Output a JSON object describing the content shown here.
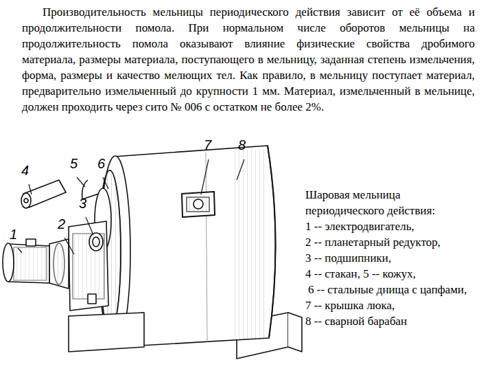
{
  "diagram": {
    "labels": [
      "Производительность мельницы периодического действия зависит от её объема и продолжительности помола. При нормальном числе оборотов мельницы на продолжительность помола оказывают влияние физические свойства дробимого материала, размеры материала, поступающего в мельницу, заданная степень измельчения, форма, размеры и качество мелющих тел. Как правило, в мельницу поступает материал, предварительно измельченный до крупности 1 мм. Материал, измельченный в мельнице, должен проходить через сито № 006 с остатком не более 2%.",
      "7",
      "8",
      "4",
      "5",
      "6",
      "3",
      "2",
      "1",
      "Шаровая мельница периодического действия:",
      "1 -- электродвигатель,",
      "2 -- планетарный редуктор,",
      "3 -- подшипники,",
      "4 -- стакан, 5 -- кожух,",
      "6 -- стальные днища с цапфами,",
      "7 -- крышка люка,",
      "8 -- сварной барабан"
    ]
  }
}
